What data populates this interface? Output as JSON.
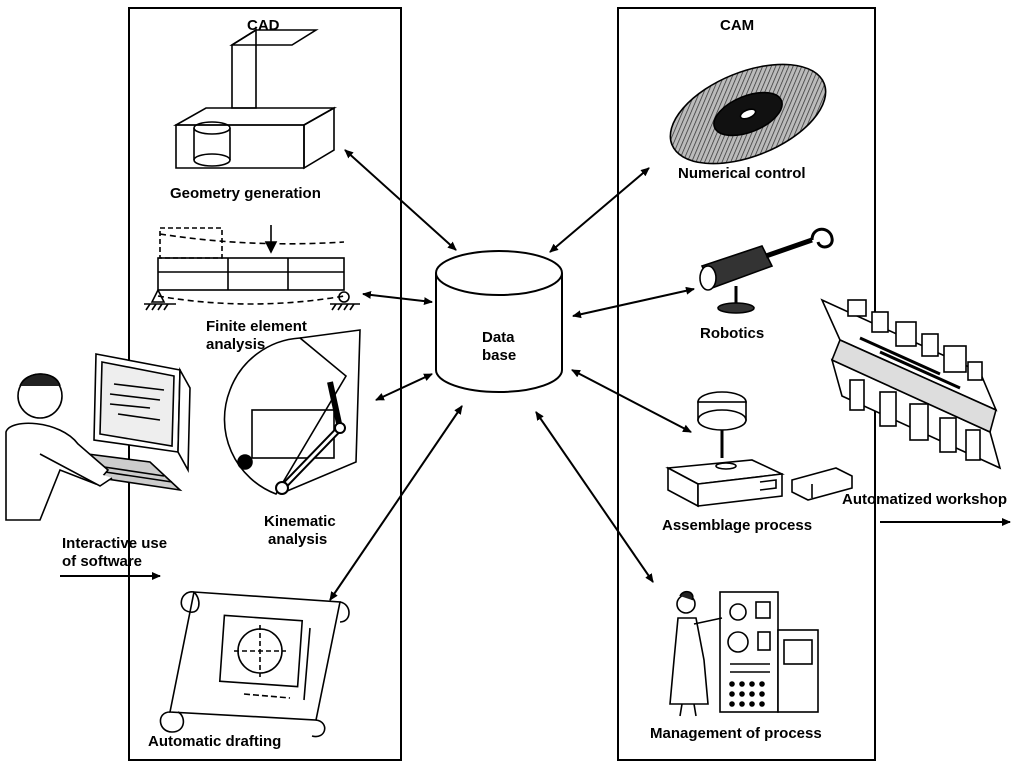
{
  "cad": {
    "title": "CAD",
    "geometry_label": "Geometry generation",
    "fea_label_line1": "Finite element",
    "fea_label_line2": "analysis",
    "kinematic_label_line1": "Kinematic",
    "kinematic_label_line2": "analysis",
    "drafting_label": "Automatic drafting"
  },
  "center": {
    "db_line1": "Data",
    "db_line2": "base"
  },
  "cam": {
    "title": "CAM",
    "nc_label": "Numerical control",
    "robotics_label": "Robotics",
    "assemblage_label": "Assemblage process",
    "management_label": "Management of process"
  },
  "left": {
    "interactive_line1": "Interactive use",
    "interactive_line2": "of software"
  },
  "right": {
    "workshop_label": "Automatized workshop"
  }
}
